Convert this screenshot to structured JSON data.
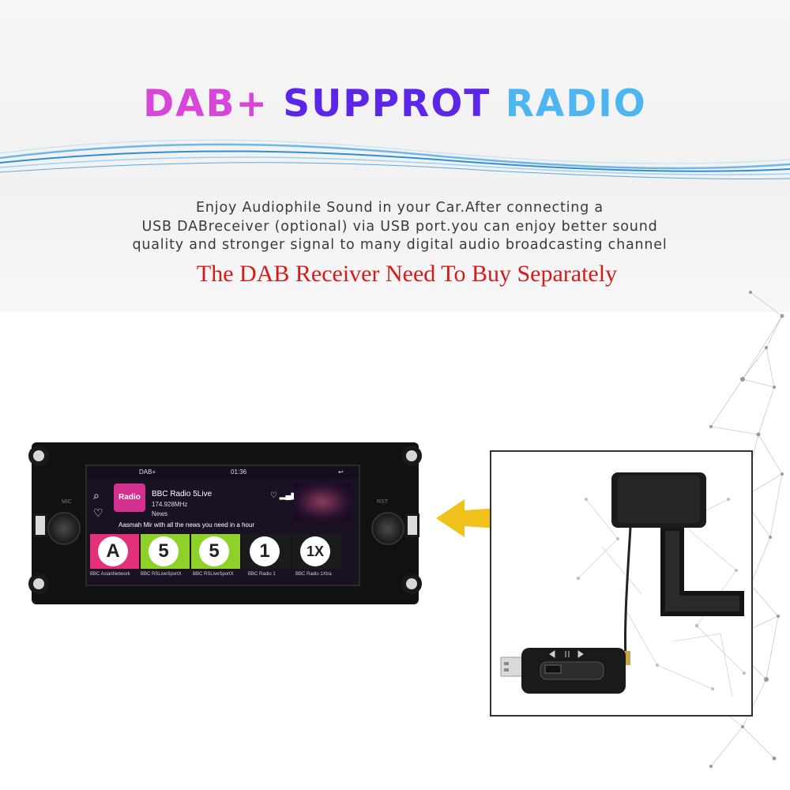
{
  "header": {
    "title_parts": [
      "DAB+",
      "SUPPROT",
      "RADIO"
    ],
    "colors": [
      "#d746d8",
      "#5c26e8",
      "#4db6f0"
    ]
  },
  "description": {
    "lines": [
      "Enjoy Audiophile Sound in your Car.After connecting a",
      "USB DABreceiver (optional) via USB port.you can enjoy better sound",
      "quality and stronger signal to many digital audio broadcasting channel"
    ]
  },
  "notice": {
    "text": "The DAB Receiver Need To Buy Separately",
    "color": "#d61a1a"
  },
  "head_unit": {
    "labels": {
      "mic": "MIC",
      "rst": "RST"
    },
    "status_bar": {
      "app": "DAB+",
      "time": "01:36"
    },
    "station": {
      "logo": "Radio",
      "name": "BBC Radio 5Live",
      "frequency": "174.928MHz",
      "genre": "News",
      "ticker": "Aasmah Mir with all the news you need in a hour"
    },
    "tiles": [
      {
        "glyph": "A",
        "color": "#e4307a"
      },
      {
        "glyph": "5",
        "color": "#8fd12b"
      },
      {
        "glyph": "5",
        "color": "#8fd12b"
      },
      {
        "glyph": "1",
        "color": "#1b1b1b"
      },
      {
        "glyph": "1X",
        "color": "#1b1b1b"
      }
    ],
    "tile_names": [
      "BBC AsianNetwork",
      "BBC RSLiveSportX",
      "BBC RSLiveSportX",
      "BBC Radio 1",
      "BBC Radio 1Xtra"
    ]
  },
  "arrow": {
    "color": "#f2c21c",
    "icon": "arrow-left-icon"
  },
  "dab_receiver": {
    "icon": "usb-dab-dongle-icon"
  }
}
